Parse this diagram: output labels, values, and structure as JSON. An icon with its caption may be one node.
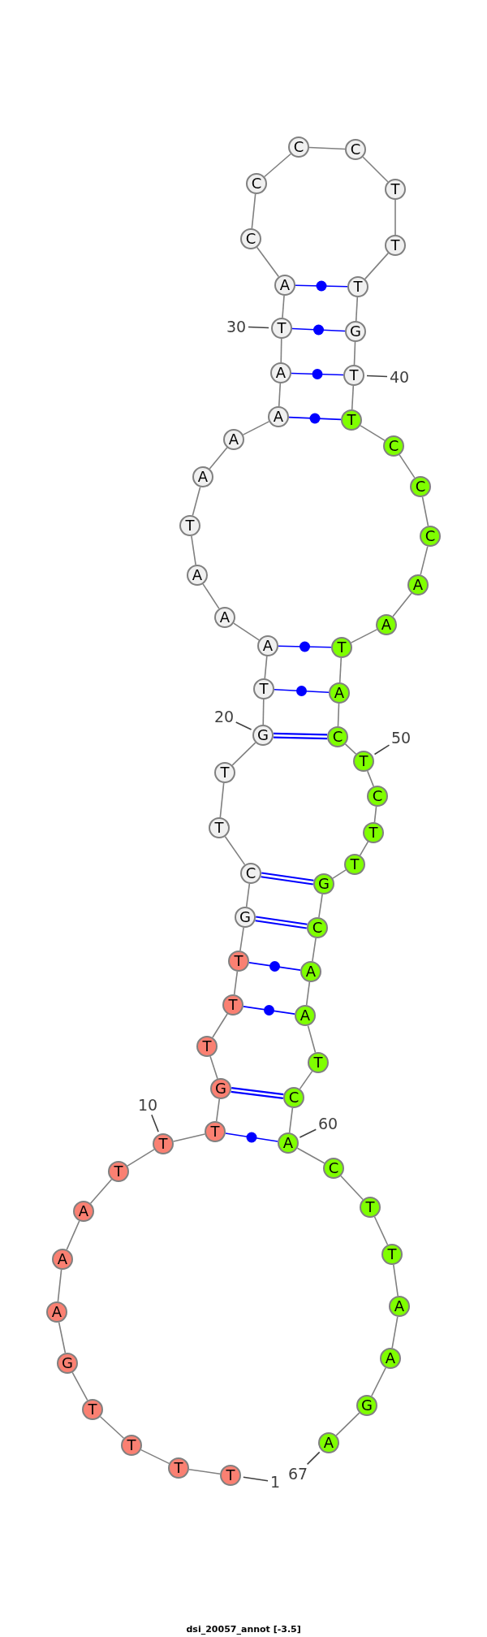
{
  "diagram": {
    "caption": "dsi_20057_annot [-3.5]",
    "nodes": [
      {
        "text": [
          "T"
        ]
      },
      {
        "text": [
          "T"
        ]
      },
      {
        "text": [
          "T"
        ]
      },
      {
        "text": [
          "T"
        ]
      },
      {
        "text": [
          "G"
        ]
      },
      {
        "text": [
          "A"
        ]
      },
      {
        "text": [
          "A"
        ]
      },
      {
        "text": [
          "A"
        ]
      },
      {
        "text": [
          "T"
        ]
      },
      {
        "text": [
          "T"
        ]
      },
      {
        "text": [
          "T"
        ]
      },
      {
        "text": [
          "G"
        ]
      },
      {
        "text": [
          "T"
        ]
      },
      {
        "text": [
          "T"
        ]
      },
      {
        "text": [
          "T"
        ]
      },
      {
        "text": [
          "G"
        ]
      },
      {
        "text": [
          "C"
        ]
      },
      {
        "text": [
          "T"
        ]
      },
      {
        "text": [
          "T"
        ]
      },
      {
        "text": [
          "G"
        ]
      },
      {
        "text": [
          "T"
        ]
      },
      {
        "text": [
          "A"
        ]
      },
      {
        "text": [
          "A"
        ]
      },
      {
        "text": [
          "A"
        ]
      },
      {
        "text": [
          "T"
        ]
      },
      {
        "text": [
          "A"
        ]
      },
      {
        "text": [
          "A"
        ]
      },
      {
        "text": [
          "A"
        ]
      },
      {
        "text": [
          "A"
        ]
      },
      {
        "text": [
          "T"
        ]
      },
      {
        "text": [
          "A"
        ]
      },
      {
        "text": [
          "C"
        ]
      },
      {
        "text": [
          "C"
        ]
      },
      {
        "text": [
          "C"
        ]
      },
      {
        "text": [
          "C"
        ]
      },
      {
        "text": [
          "T"
        ]
      },
      {
        "text": [
          "T"
        ]
      },
      {
        "text": [
          "T"
        ]
      },
      {
        "text": [
          "G"
        ]
      },
      {
        "text": [
          "T"
        ]
      },
      {
        "text": [
          "T"
        ]
      },
      {
        "text": [
          "C"
        ]
      },
      {
        "text": [
          "C"
        ]
      },
      {
        "text": [
          "C"
        ]
      },
      {
        "text": [
          "A"
        ]
      },
      {
        "text": [
          "A"
        ]
      },
      {
        "text": [
          "T"
        ]
      },
      {
        "text": [
          "A"
        ]
      },
      {
        "text": [
          "C"
        ]
      },
      {
        "text": [
          "T"
        ]
      },
      {
        "text": [
          "C"
        ]
      },
      {
        "text": [
          "T"
        ]
      },
      {
        "text": [
          "T"
        ]
      },
      {
        "text": [
          "G"
        ]
      },
      {
        "text": [
          "C"
        ]
      },
      {
        "text": [
          "A"
        ]
      },
      {
        "text": [
          "A"
        ]
      },
      {
        "text": [
          "T"
        ]
      },
      {
        "text": [
          "C"
        ]
      },
      {
        "text": [
          "A"
        ]
      },
      {
        "text": [
          "C"
        ]
      },
      {
        "text": [
          "T"
        ]
      },
      {
        "text": [
          "T"
        ]
      },
      {
        "text": [
          "A"
        ]
      },
      {
        "text": [
          "A"
        ]
      },
      {
        "text": [
          "G"
        ]
      },
      {
        "text": [
          "A"
        ]
      },
      {
        "text": [
          "1"
        ]
      },
      {
        "text": [
          "10"
        ]
      },
      {
        "text": [
          "20"
        ]
      },
      {
        "text": [
          "30"
        ]
      },
      {
        "text": [
          "40"
        ]
      },
      {
        "text": [
          "50"
        ]
      },
      {
        "text": [
          "60"
        ]
      },
      {
        "text": [
          "67"
        ]
      }
    ],
    "edges": [
      {
        "from": 0,
        "to": 1,
        "arrow": "none"
      },
      {
        "from": 1,
        "to": 2,
        "arrow": "none"
      },
      {
        "from": 2,
        "to": 3,
        "arrow": "none"
      },
      {
        "from": 3,
        "to": 4,
        "arrow": "none"
      },
      {
        "from": 4,
        "to": 5,
        "arrow": "none"
      },
      {
        "from": 5,
        "to": 6,
        "arrow": "none"
      },
      {
        "from": 6,
        "to": 7,
        "arrow": "none"
      },
      {
        "from": 7,
        "to": 8,
        "arrow": "none"
      },
      {
        "from": 8,
        "to": 9,
        "arrow": "none"
      },
      {
        "from": 9,
        "to": 10,
        "arrow": "none"
      },
      {
        "from": 10,
        "to": 11,
        "arrow": "none"
      },
      {
        "from": 11,
        "to": 12,
        "arrow": "none"
      },
      {
        "from": 12,
        "to": 13,
        "arrow": "none"
      },
      {
        "from": 13,
        "to": 14,
        "arrow": "none"
      },
      {
        "from": 14,
        "to": 15,
        "arrow": "none"
      },
      {
        "from": 15,
        "to": 16,
        "arrow": "none"
      },
      {
        "from": 16,
        "to": 17,
        "arrow": "none"
      },
      {
        "from": 17,
        "to": 18,
        "arrow": "none"
      },
      {
        "from": 18,
        "to": 19,
        "arrow": "none"
      },
      {
        "from": 19,
        "to": 20,
        "arrow": "none"
      },
      {
        "from": 20,
        "to": 21,
        "arrow": "none"
      },
      {
        "from": 21,
        "to": 22,
        "arrow": "none"
      },
      {
        "from": 22,
        "to": 23,
        "arrow": "none"
      },
      {
        "from": 23,
        "to": 24,
        "arrow": "none"
      },
      {
        "from": 24,
        "to": 25,
        "arrow": "none"
      },
      {
        "from": 25,
        "to": 26,
        "arrow": "none"
      },
      {
        "from": 26,
        "to": 27,
        "arrow": "none"
      },
      {
        "from": 27,
        "to": 28,
        "arrow": "none"
      },
      {
        "from": 28,
        "to": 29,
        "arrow": "none"
      },
      {
        "from": 29,
        "to": 30,
        "arrow": "none"
      },
      {
        "from": 30,
        "to": 31,
        "arrow": "none"
      },
      {
        "from": 31,
        "to": 32,
        "arrow": "none"
      },
      {
        "from": 32,
        "to": 33,
        "arrow": "none"
      },
      {
        "from": 33,
        "to": 34,
        "arrow": "none"
      },
      {
        "from": 34,
        "to": 35,
        "arrow": "none"
      },
      {
        "from": 35,
        "to": 36,
        "arrow": "none"
      },
      {
        "from": 36,
        "to": 37,
        "arrow": "none"
      },
      {
        "from": 37,
        "to": 38,
        "arrow": "none"
      },
      {
        "from": 38,
        "to": 39,
        "arrow": "none"
      },
      {
        "from": 39,
        "to": 40,
        "arrow": "none"
      },
      {
        "from": 40,
        "to": 41,
        "arrow": "none"
      },
      {
        "from": 41,
        "to": 42,
        "arrow": "none"
      },
      {
        "from": 42,
        "to": 43,
        "arrow": "none"
      },
      {
        "from": 43,
        "to": 44,
        "arrow": "none"
      },
      {
        "from": 44,
        "to": 45,
        "arrow": "none"
      },
      {
        "from": 45,
        "to": 46,
        "arrow": "none"
      },
      {
        "from": 46,
        "to": 47,
        "arrow": "none"
      },
      {
        "from": 47,
        "to": 48,
        "arrow": "none"
      },
      {
        "from": 48,
        "to": 49,
        "arrow": "none"
      },
      {
        "from": 49,
        "to": 50,
        "arrow": "none"
      },
      {
        "from": 50,
        "to": 51,
        "arrow": "none"
      },
      {
        "from": 51,
        "to": 52,
        "arrow": "none"
      },
      {
        "from": 52,
        "to": 53,
        "arrow": "none"
      },
      {
        "from": 53,
        "to": 54,
        "arrow": "none"
      },
      {
        "from": 54,
        "to": 55,
        "arrow": "none"
      },
      {
        "from": 55,
        "to": 56,
        "arrow": "none"
      },
      {
        "from": 56,
        "to": 57,
        "arrow": "none"
      },
      {
        "from": 57,
        "to": 58,
        "arrow": "none"
      },
      {
        "from": 58,
        "to": 59,
        "arrow": "none"
      },
      {
        "from": 59,
        "to": 60,
        "arrow": "none"
      },
      {
        "from": 60,
        "to": 61,
        "arrow": "none"
      },
      {
        "from": 61,
        "to": 62,
        "arrow": "none"
      },
      {
        "from": 62,
        "to": 63,
        "arrow": "none"
      },
      {
        "from": 63,
        "to": 64,
        "arrow": "none"
      },
      {
        "from": 64,
        "to": 65,
        "arrow": "none"
      },
      {
        "from": 65,
        "to": 66,
        "arrow": "none"
      },
      {
        "from": 10,
        "to": 59,
        "arrow": "none",
        "color": "#0000ff"
      },
      {
        "from": 11,
        "to": 58,
        "arrow": "none",
        "style": "thick",
        "color": "#0000ff"
      },
      {
        "from": 13,
        "to": 56,
        "arrow": "none",
        "color": "#0000ff"
      },
      {
        "from": 14,
        "to": 55,
        "arrow": "none",
        "color": "#0000ff"
      },
      {
        "from": 15,
        "to": 54,
        "arrow": "none",
        "style": "thick",
        "color": "#0000ff"
      },
      {
        "from": 16,
        "to": 53,
        "arrow": "none",
        "style": "thick",
        "color": "#0000ff"
      },
      {
        "from": 19,
        "to": 48,
        "arrow": "none",
        "style": "thick",
        "color": "#0000ff"
      },
      {
        "from": 20,
        "to": 47,
        "arrow": "none",
        "color": "#0000ff"
      },
      {
        "from": 21,
        "to": 46,
        "arrow": "none",
        "color": "#0000ff"
      },
      {
        "from": 27,
        "to": 40,
        "arrow": "none",
        "color": "#0000ff"
      },
      {
        "from": 28,
        "to": 39,
        "arrow": "none",
        "color": "#0000ff"
      },
      {
        "from": 29,
        "to": 38,
        "arrow": "none",
        "color": "#0000ff"
      },
      {
        "from": 30,
        "to": 37,
        "arrow": "none",
        "color": "#0000ff"
      },
      {
        "from": 67,
        "to": 0,
        "arrow": "none",
        "color": "#404040"
      },
      {
        "from": 68,
        "to": 9,
        "arrow": "none",
        "color": "#404040"
      },
      {
        "from": 69,
        "to": 19,
        "arrow": "none",
        "color": "#404040"
      },
      {
        "from": 70,
        "to": 29,
        "arrow": "none",
        "color": "#404040"
      },
      {
        "from": 71,
        "to": 39,
        "arrow": "none",
        "color": "#404040"
      },
      {
        "from": 72,
        "to": 49,
        "arrow": "none",
        "color": "#404040"
      },
      {
        "from": 73,
        "to": 59,
        "arrow": "none",
        "color": "#404040"
      },
      {
        "from": 74,
        "to": 66,
        "arrow": "none",
        "color": "#404040"
      }
    ]
  }
}
